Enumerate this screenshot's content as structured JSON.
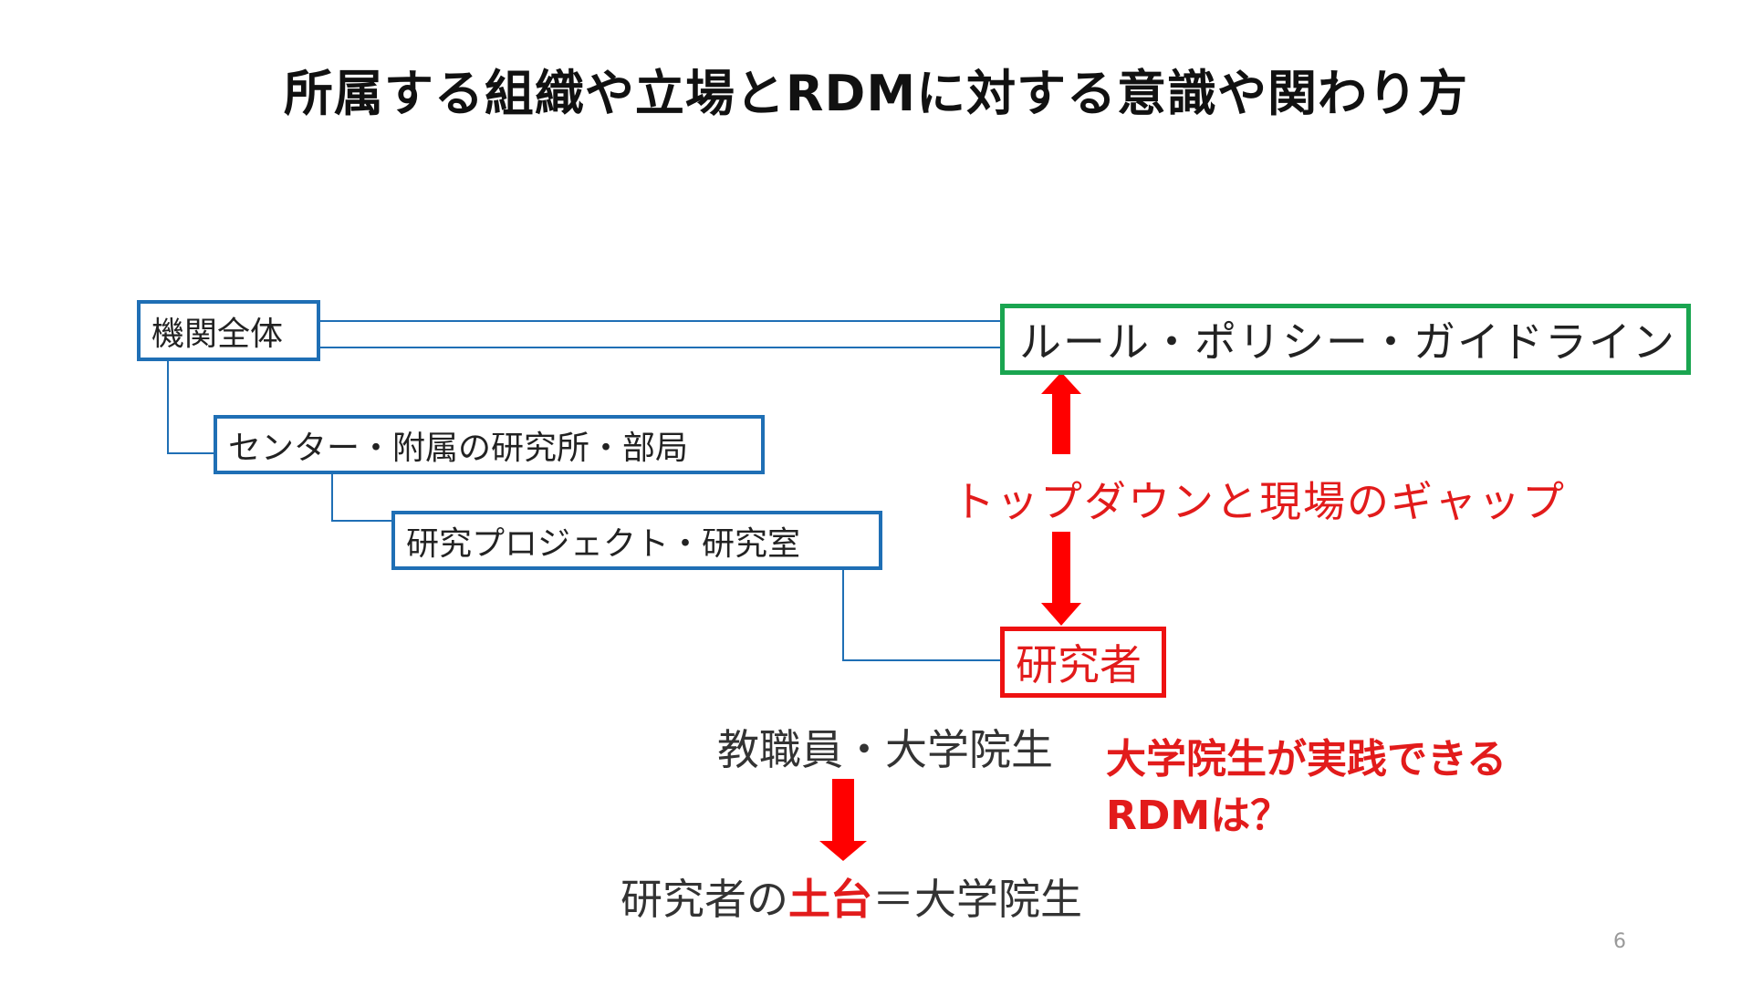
{
  "title": "所属する組織や立場とRDMに対する意識や関わり方",
  "hierarchy": {
    "institution": "機関全体",
    "center": "センター・附属の研究所・部局",
    "project": "研究プロジェクト・研究室",
    "researcher": "研究者"
  },
  "rules_box": "ルール・ポリシー・ガイドライン",
  "gap_label": "トップダウンと現場のギャップ",
  "roles_label": "教職員・大学院生",
  "foundation": {
    "prefix": "研究者の",
    "emphasis": "土台",
    "suffix": "＝大学院生"
  },
  "question": {
    "line1": "大学院生が実践できる",
    "line2": "RDMは？"
  },
  "page_number": "6",
  "colors": {
    "hierarchy_border": "#1f6fb5",
    "rules_border": "#1aa550",
    "accent_red": "#e21b1b",
    "arrow_red": "#ff0000"
  }
}
